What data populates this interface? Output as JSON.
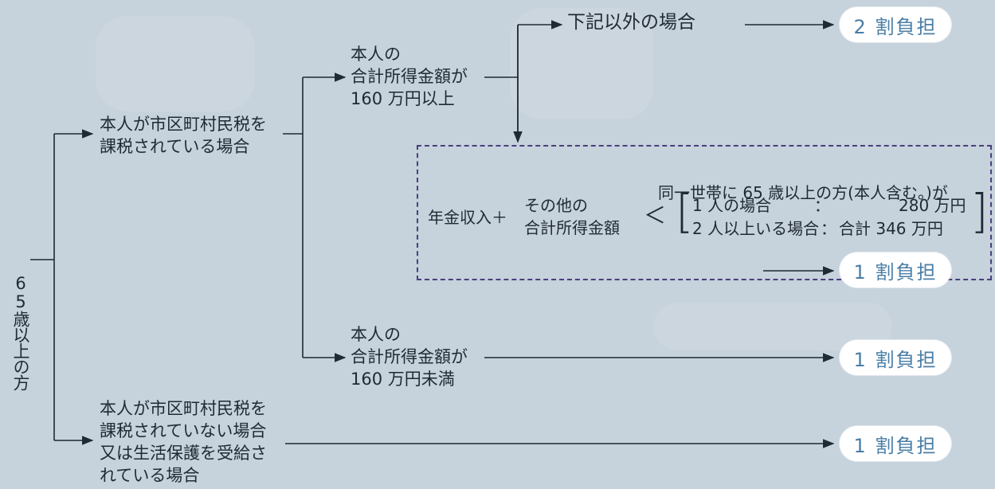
{
  "root": {
    "label": "65歳以上の方"
  },
  "taxed": {
    "label": "本人が市区町村民税を\n課税されている場合"
  },
  "not_taxed": {
    "label": "本人が市区町村民税を\n課税されていない場合\n又は生活保護を受給さ\nれている場合"
  },
  "income_high": {
    "label": "本人の\n合計所得金額が\n160 万円以上"
  },
  "income_low": {
    "label": "本人の\n合計所得金額が\n160 万円未満"
  },
  "other_case": {
    "label": "下記以外の場合"
  },
  "condition": {
    "head": "同一世帯に 65 歳以上の方(本人含む。)が",
    "left_label": "年金収入＋",
    "other_income": "その他の\n合計所得金額",
    "lt": "＜",
    "row1_case": "1 人の場合",
    "row1_sep": "：",
    "row1_amount": "280 万円",
    "row2_case": "2 人以上いる場合",
    "row2_sep": "：",
    "row2_amount": "合計 346 万円"
  },
  "outcomes": {
    "two": "2 割負担",
    "one_a": "1 割負担",
    "one_b": "1 割負担",
    "one_c": "1 割負担"
  },
  "colors": {
    "background": "#c6d2dc",
    "pill_text": "#4a7ea6",
    "dashed_border": "#4a3f7c",
    "line": "#1f2a33"
  }
}
